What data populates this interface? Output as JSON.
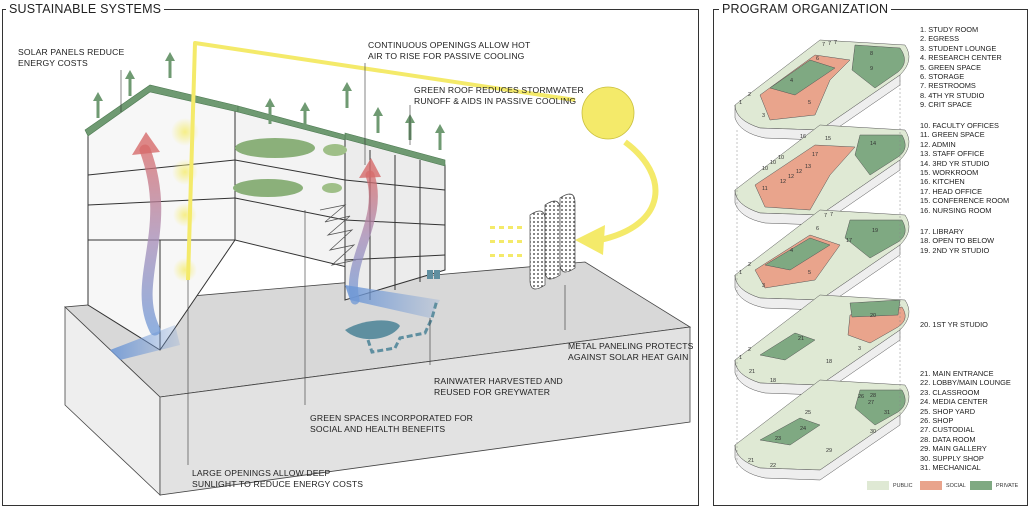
{
  "left_panel": {
    "title": "SUSTAINABLE SYSTEMS",
    "annotations": {
      "solar": [
        "SOLAR PANELS REDUCE",
        "ENERGY COSTS"
      ],
      "openings": [
        "CONTINUOUS OPENINGS ALLOW HOT",
        "AIR TO RISE FOR PASSIVE COOLING"
      ],
      "green_roof": [
        "GREEN ROOF REDUCES STORMWATER",
        "RUNOFF & AIDS IN PASSIVE COOLING"
      ],
      "metal": [
        "METAL PANELING PROTECTS",
        "AGAINST SOLAR HEAT GAIN"
      ],
      "rainwater": [
        "RAINWATER HARVESTED AND",
        "REUSED FOR GREYWATER"
      ],
      "green_spaces": [
        "GREEN SPACES INCORPORATED FOR",
        "SOCIAL AND HEALTH BENEFITS"
      ],
      "sunlight": [
        "LARGE OPENINGS ALLOW DEEP",
        "SUNLIGHT TO REDUCE ENERGY COSTS"
      ]
    }
  },
  "right_panel": {
    "title": "PROGRAM ORGANIZATION",
    "groups": [
      [
        "1. STUDY ROOM",
        "2. EGRESS",
        "3. STUDENT LOUNGE",
        "4. RESEARCH CENTER",
        "5. GREEN SPACE",
        "6. STORAGE",
        "7. RESTROOMS",
        "8. 4TH YR STUDIO",
        "9. CRIT SPACE"
      ],
      [
        "10. FACULTY OFFICES",
        "11. GREEN SPACE",
        "12. ADMIN",
        "13. STAFF OFFICE",
        "14. 3RD YR STUDIO",
        "15. WORKROOM",
        "16. KITCHEN",
        "17. HEAD OFFICE",
        "15. CONFERENCE ROOM",
        "16. NURSING ROOM"
      ],
      [
        "17. LIBRARY",
        "18. OPEN TO BELOW",
        "19. 2ND YR STUDIO"
      ],
      [
        "20. 1ST YR STUDIO"
      ],
      [
        "21. MAIN ENTRANCE",
        "22. LOBBY/MAIN LOUNGE",
        "23. CLASSROOM",
        "24. MEDIA CENTER",
        "25. SHOP YARD",
        "26. SHOP",
        "27. CUSTODIAL",
        "28. DATA ROOM",
        "29. MAIN GALLERY",
        "30. SUPPLY SHOP",
        "31. MECHANICAL"
      ]
    ],
    "legend": [
      {
        "label": "PUBLIC",
        "color": "#dfe9d4"
      },
      {
        "label": "SOCIAL",
        "color": "#e9a48c"
      },
      {
        "label": "PRIVATE",
        "color": "#7fa982"
      }
    ]
  },
  "colors": {
    "green": "#6f9a72",
    "sun": "#f4ea6a",
    "hot": "#d66a6a",
    "cool": "#6f98d6",
    "water": "#5f8fa0"
  },
  "plan_labels": {
    "floor4": [
      "1",
      "2",
      "3",
      "4",
      "5",
      "6",
      "7",
      "7",
      "7",
      "8",
      "9"
    ],
    "floor3": [
      "10",
      "10",
      "10",
      "11",
      "12",
      "12",
      "12",
      "13",
      "14",
      "15",
      "16",
      "17"
    ],
    "floor2": [
      "1",
      "2",
      "3",
      "4",
      "5",
      "6",
      "7",
      "7",
      "17",
      "19"
    ],
    "floor1": [
      "1",
      "2",
      "3",
      "18",
      "18",
      "20",
      "21",
      "21"
    ],
    "ground": [
      "21",
      "22",
      "23",
      "24",
      "25",
      "26",
      "27",
      "28",
      "29",
      "30",
      "31"
    ]
  }
}
